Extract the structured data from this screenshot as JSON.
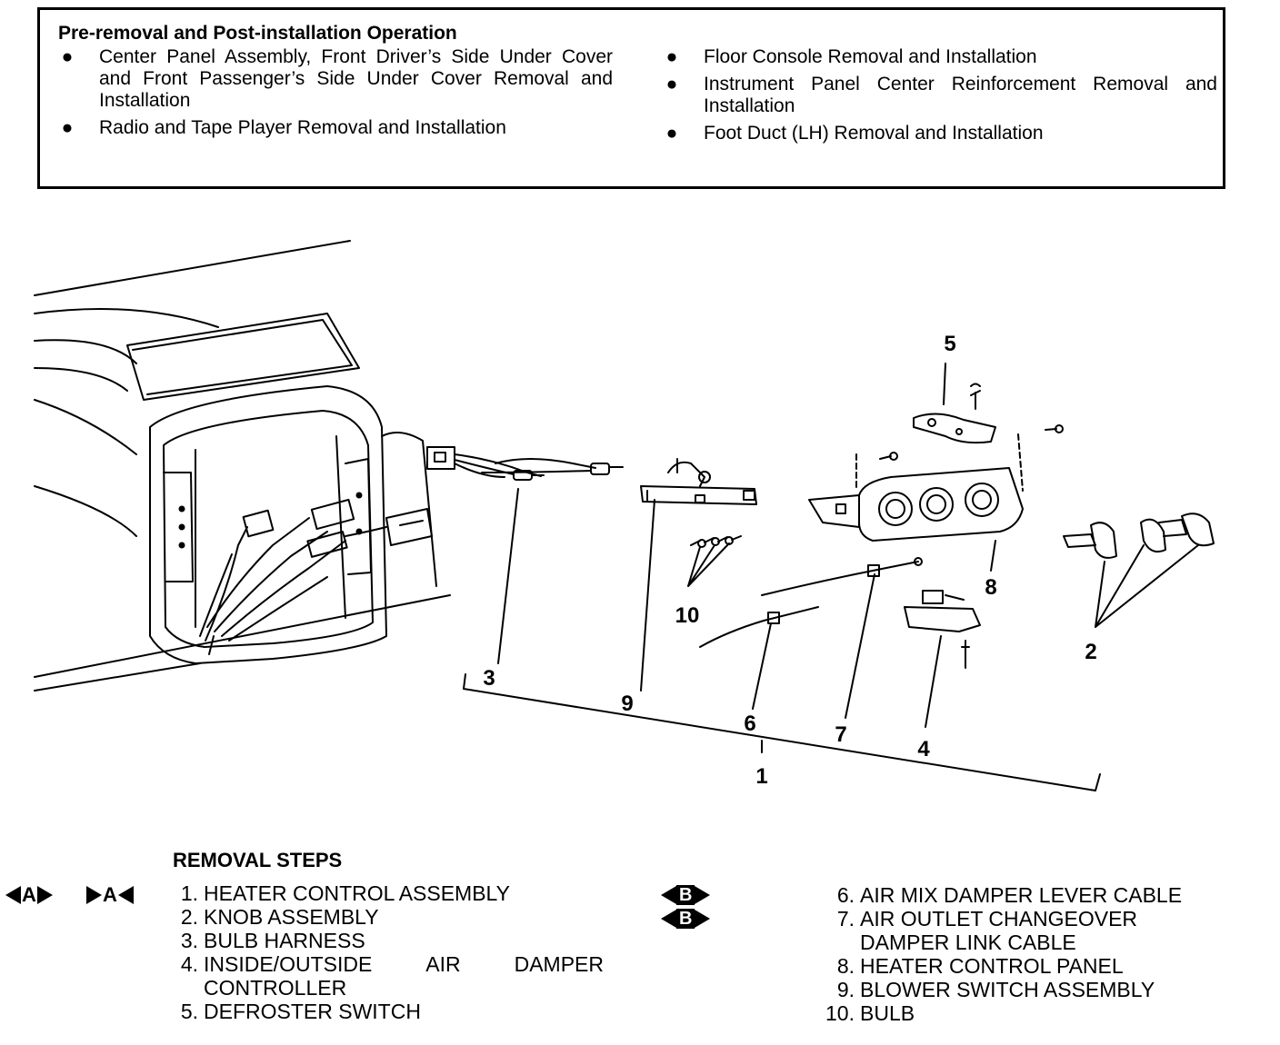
{
  "pre_removal": {
    "title": "Pre-removal and Post-installation Operation",
    "bullet": "●",
    "left_items": [
      "Center Panel Assembly, Front Driver’s Side Under Cover and Front Passenger’s Side Under Cover Removal and Installation",
      "Radio and Tape Player Removal and Installation"
    ],
    "right_items": [
      "Floor Console Removal and Installation",
      "Instrument Panel Center Reinforcement Removal and Installation",
      "Foot Duct (LH) Removal and Installation"
    ]
  },
  "diagram": {
    "callouts": [
      "1",
      "2",
      "3",
      "4",
      "5",
      "6",
      "7",
      "8",
      "9",
      "10"
    ]
  },
  "removal_steps": {
    "title": "REMOVAL STEPS",
    "mark_a_1": "A",
    "mark_a_2": "A",
    "mark_b_1": "B",
    "mark_b_2": "B",
    "left": [
      {
        "num": "1.",
        "text": "HEATER CONTROL ASSEMBLY"
      },
      {
        "num": "2.",
        "text": "KNOB ASSEMBLY"
      },
      {
        "num": "3.",
        "text": "BULB HARNESS"
      },
      {
        "num": "4.",
        "text": "INSIDE/OUTSIDE AIR DAMPER CONTROLLER"
      },
      {
        "num": "5.",
        "text": "DEFROSTER SWITCH"
      }
    ],
    "step4_words": [
      "INSIDE/OUTSIDE",
      "AIR",
      "DAMPER"
    ],
    "step4_line2": "CONTROLLER",
    "right": [
      {
        "num": "6.",
        "text": "AIR MIX DAMPER LEVER CABLE"
      },
      {
        "num": "7.",
        "text": "AIR OUTLET CHANGEOVER DAMPER LINK CABLE"
      },
      {
        "num": "8.",
        "text": "HEATER CONTROL PANEL"
      },
      {
        "num": "9.",
        "text": "BLOWER SWITCH ASSEMBLY"
      },
      {
        "num": "10.",
        "text": "BULB"
      }
    ],
    "step7_line1": "AIR OUTLET CHANGEOVER",
    "step7_line2": "DAMPER LINK CABLE"
  }
}
